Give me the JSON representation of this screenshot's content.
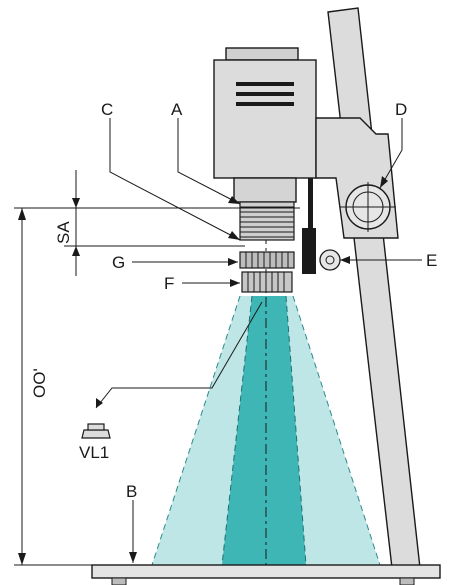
{
  "labels": {
    "a": "A",
    "b": "B",
    "c": "C",
    "d": "D",
    "e": "E",
    "f": "F",
    "g": "G",
    "sa": "SA",
    "oo": "OO'",
    "vl1": "VL1"
  },
  "colors": {
    "line": "#1a1a1a",
    "metal": "#dcdcdc",
    "metal_dark": "#b9b9b9",
    "light_outer": "#bfe6e6",
    "light_inner": "#3fb6b6",
    "base": "#e4e4e4"
  }
}
